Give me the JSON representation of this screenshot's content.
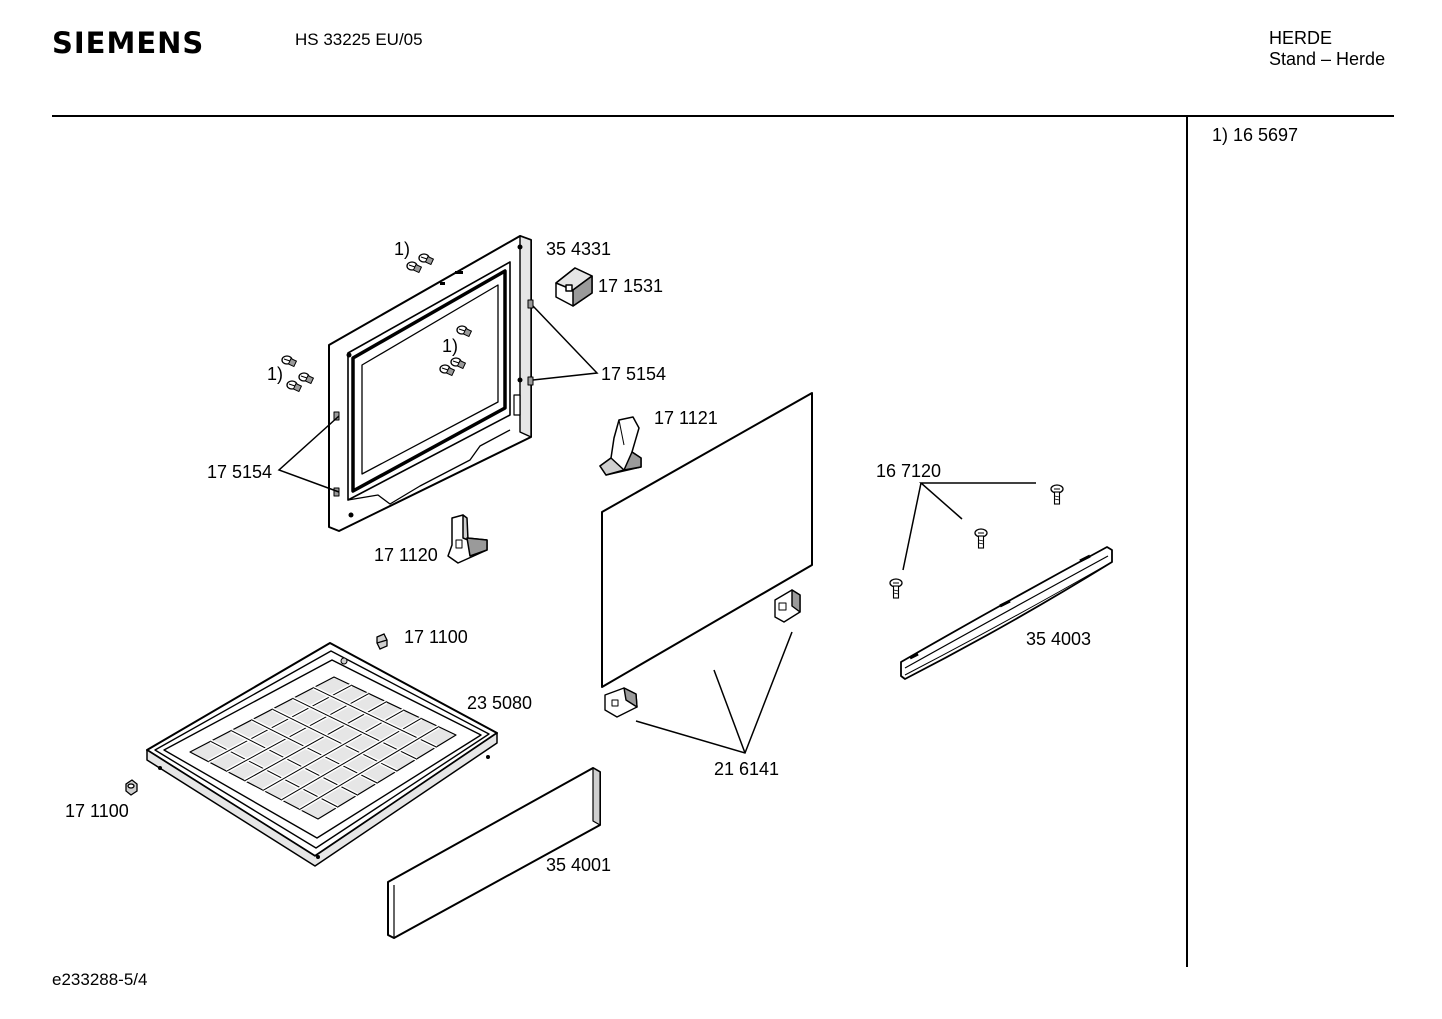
{
  "header": {
    "brand": "SIEMENS",
    "model": "HS 33225 EU/05",
    "category_line1": "HERDE",
    "category_line2": "Stand – Herde"
  },
  "sidebar": {
    "footnote": "1) 16 5697"
  },
  "footer": {
    "document_id": "e233288-5/4"
  },
  "parts": {
    "door_frame": "35 4331",
    "hinge_top": "17 1531",
    "clip_right": "17 5154",
    "clip_left": "17 5154",
    "bracket_upper": "17 1121",
    "bracket_lower": "17 1120",
    "screws": "16 7120",
    "handle": "35 4003",
    "foot_top": "17 1100",
    "drawer_tray": "23 5080",
    "foot_left": "17 1100",
    "glass_clips": "21 6141",
    "drawer_panel": "35 4001"
  },
  "footnote_marks": {
    "top": "1)",
    "middle": "1)",
    "left": "1)"
  },
  "colors": {
    "line": "#000000",
    "fill_light": "#e6e6e6",
    "fill_mid": "#cfcfcf",
    "fill_dark": "#9a9a9a"
  }
}
